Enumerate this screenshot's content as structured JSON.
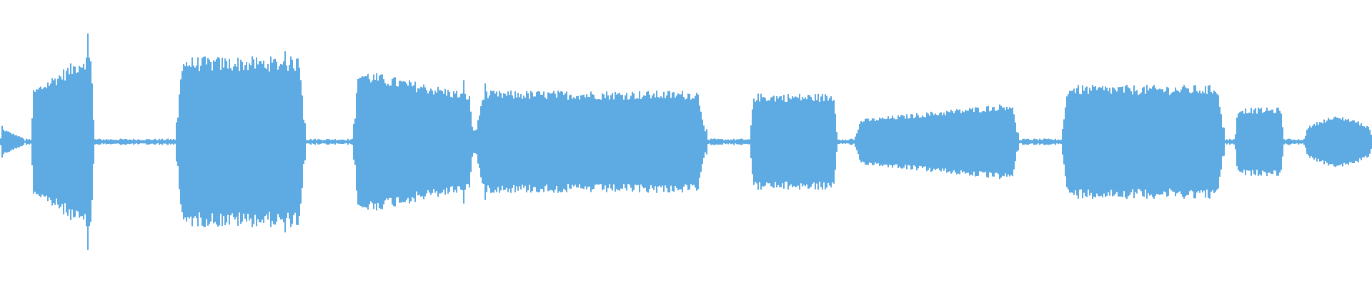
{
  "waveform": {
    "color": "#5EAAE2",
    "background": "#FFFFFF",
    "segments": [
      {
        "name": "segment-1",
        "start": 0.0,
        "end": 0.018,
        "amp": 0.05,
        "shape": "taper-out"
      },
      {
        "name": "segment-2",
        "start": 0.022,
        "end": 0.068,
        "amp": 0.33,
        "shape": "rise"
      },
      {
        "name": "segment-3",
        "start": 0.128,
        "end": 0.222,
        "amp": 0.3,
        "shape": "plateau"
      },
      {
        "name": "segment-4",
        "start": 0.257,
        "end": 0.345,
        "amp": 0.26,
        "shape": "decay"
      },
      {
        "name": "segment-5",
        "start": 0.345,
        "end": 0.515,
        "amp": 0.18,
        "shape": "plateau"
      },
      {
        "name": "segment-6",
        "start": 0.546,
        "end": 0.61,
        "amp": 0.17,
        "shape": "plateau"
      },
      {
        "name": "segment-7",
        "start": 0.622,
        "end": 0.742,
        "amp": 0.14,
        "shape": "rise"
      },
      {
        "name": "segment-8",
        "start": 0.773,
        "end": 0.892,
        "amp": 0.2,
        "shape": "plateau"
      },
      {
        "name": "segment-9",
        "start": 0.9,
        "end": 0.935,
        "amp": 0.12,
        "shape": "plateau"
      },
      {
        "name": "segment-10",
        "start": 0.95,
        "end": 1.0,
        "amp": 0.09,
        "shape": "bump"
      }
    ],
    "noise_floor": 0.008
  }
}
